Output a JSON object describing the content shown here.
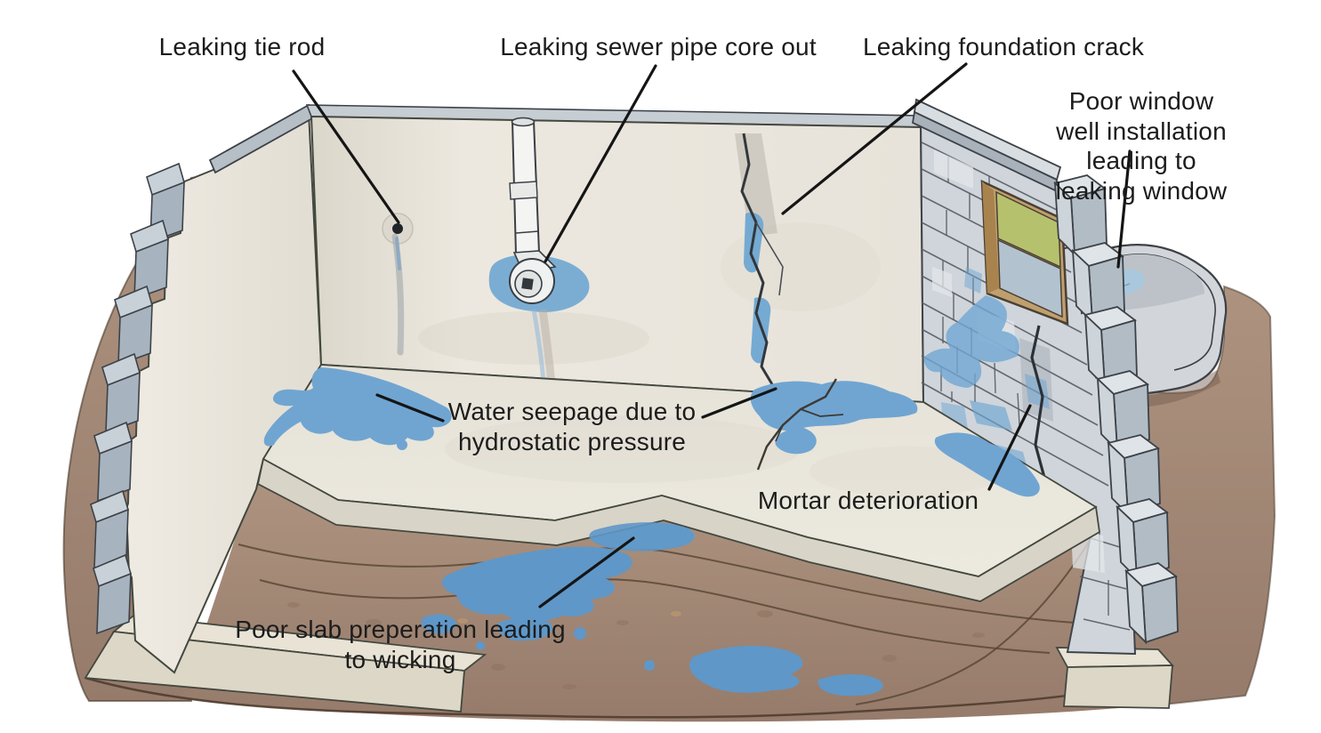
{
  "labels": {
    "tie_rod": "Leaking tie rod",
    "sewer_pipe_core_out": "Leaking sewer pipe core out",
    "foundation_crack": "Leaking foundation crack",
    "window_well": "Poor window well installation\nleading to leaking window",
    "water_seepage": "Water seepage due to\nhydrostatic pressure",
    "mortar_deterioration": "Mortar deterioration",
    "slab_preparation": "Poor slab preperation leading\nto wicking"
  },
  "colors": {
    "background": "#ffffff",
    "wall_concrete": "#e9e5dc",
    "wall_cap_gray": "#b9c1c9",
    "block_wall_gray": "#cfd5da",
    "block_joint_gray": "#565c63",
    "water_blue": "#6fa6d2",
    "deep_water_blue": "#5f97c8",
    "well_water_blue": "#a9c8dd",
    "dirt_brown": "#a3897a",
    "dirt_line_brown": "#5c4836",
    "footing_cream": "#e2ddcd",
    "window_pane_green": "#b6c16d",
    "window_pane_blue": "#b3c2cf",
    "window_frame_tan": "#c09f6e",
    "outline_dark": "#3d4248",
    "leader_line": "#151515",
    "label_text": "#1c1c1c"
  }
}
